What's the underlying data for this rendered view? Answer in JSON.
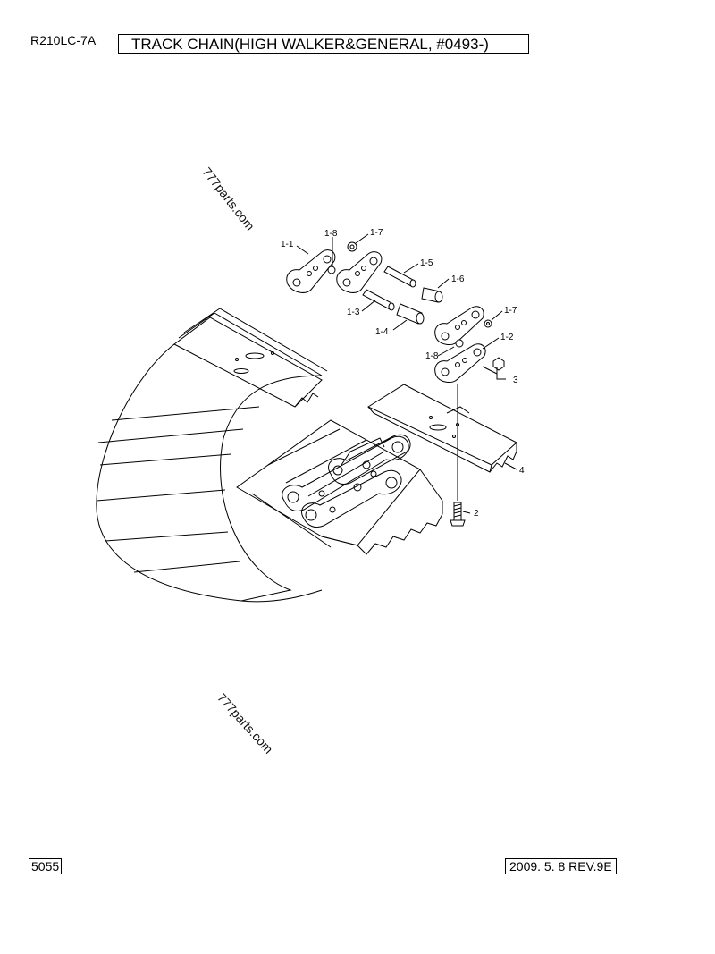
{
  "header": {
    "model": "R210LC-7A",
    "title": "TRACK CHAIN(HIGH WALKER&GENERAL, #0493-)"
  },
  "footer": {
    "page_number": "5055",
    "date_revision": "2009. 5. 8  REV.9E"
  },
  "watermarks": [
    "777parts.com",
    "777parts.com"
  ],
  "callouts": {
    "c1_1": "1-1",
    "c1_8a": "1-8",
    "c1_7a": "1-7",
    "c1_5": "1-5",
    "c1_6": "1-6",
    "c1_3": "1-3",
    "c1_4": "1-4",
    "c1_7b": "1-7",
    "c1_2": "1-2",
    "c1_8b": "1-8",
    "c3": "3",
    "c4": "4",
    "c2": "2"
  }
}
